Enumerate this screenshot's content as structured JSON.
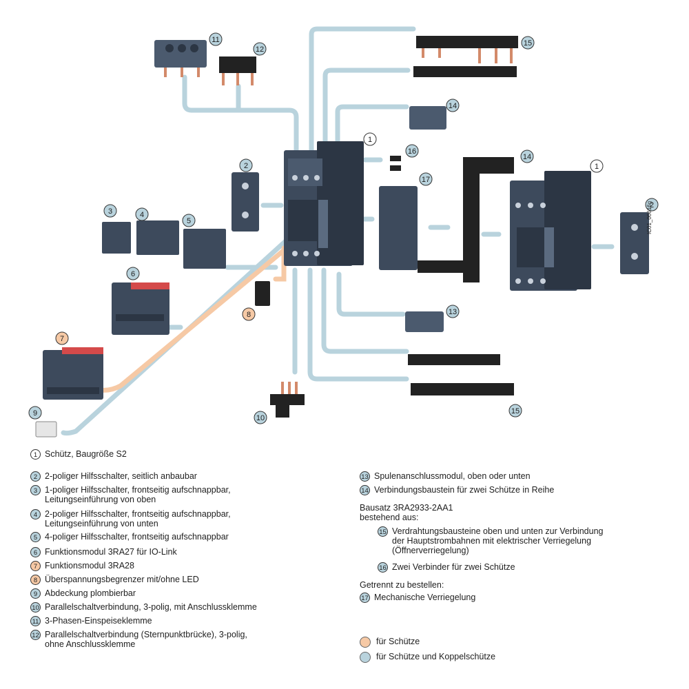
{
  "figure_code": "IC01_00616g",
  "colors": {
    "blue_line": "#b9d3dd",
    "orange_line": "#f6c9a5",
    "device": "#3d4a5c",
    "device_dark": "#2c3644",
    "bar": "#222222",
    "pin": "#d38a6a"
  },
  "callouts": [
    "1",
    "2",
    "3",
    "4",
    "5",
    "6",
    "7",
    "8",
    "9",
    "10",
    "11",
    "12",
    "13",
    "14",
    "15",
    "16",
    "17"
  ],
  "legend_left": [
    {
      "num": "1",
      "color": "plain",
      "text": "Schütz, Baugröße S2"
    },
    {
      "num": "2",
      "color": "blue",
      "text": "2-poliger Hilfsschalter, seitlich anbaubar"
    },
    {
      "num": "3",
      "color": "blue",
      "text": "1-poliger Hilfsschalter, frontseitig aufschnappbar,\nLeitungseinführung von oben"
    },
    {
      "num": "4",
      "color": "blue",
      "text": "2-poliger Hilfsschalter, frontseitig aufschnappbar,\nLeitungseinführung von unten"
    },
    {
      "num": "5",
      "color": "blue",
      "text": "4-poliger Hilfsschalter, frontseitig aufschnappbar"
    },
    {
      "num": "6",
      "color": "blue",
      "text": "Funktionsmodul 3RA27 für IO-Link"
    },
    {
      "num": "7",
      "color": "orange",
      "text": "Funktionsmodul 3RA28"
    },
    {
      "num": "8",
      "color": "orange",
      "text": "Überspannungsbegrenzer mit/ohne LED"
    },
    {
      "num": "9",
      "color": "blue",
      "text": "Abdeckung plombierbar"
    },
    {
      "num": "10",
      "color": "blue",
      "text": "Parallelschaltverbindung, 3-polig, mit Anschlussklemme"
    },
    {
      "num": "11",
      "color": "blue",
      "text": "3-Phasen-Einspeiseklemme"
    },
    {
      "num": "12",
      "color": "blue",
      "text": "Parallelschaltverbindung (Sternpunktbrücke), 3-polig,\nohne Anschlussklemme"
    }
  ],
  "legend_right": [
    {
      "num": "13",
      "color": "blue",
      "text": "Spulenanschlussmodul, oben oder unten"
    },
    {
      "num": "14",
      "color": "blue",
      "text": "Verbindungsbaustein für zwei Schütze in Reihe"
    }
  ],
  "bausatz_title": "Bausatz 3RA2933-2AA1\nbestehend aus:",
  "bausatz_items": [
    {
      "num": "15",
      "color": "blue",
      "text": "Verdrahtungsbausteine oben und unten zur Verbindung\nder Hauptstrombahnen mit elektrischer Verriegelung\n(Öffnerverriegelung)"
    },
    {
      "num": "16",
      "color": "blue",
      "text": "Zwei Verbinder für zwei Schütze"
    }
  ],
  "separate_title": "Getrennt zu bestellen:",
  "separate_items": [
    {
      "num": "17",
      "color": "blue",
      "text": "Mechanische Verriegelung"
    }
  ],
  "key": [
    {
      "color": "orange",
      "text": "für Schütze"
    },
    {
      "color": "blue",
      "text": "für Schütze und Koppelschütze"
    }
  ]
}
